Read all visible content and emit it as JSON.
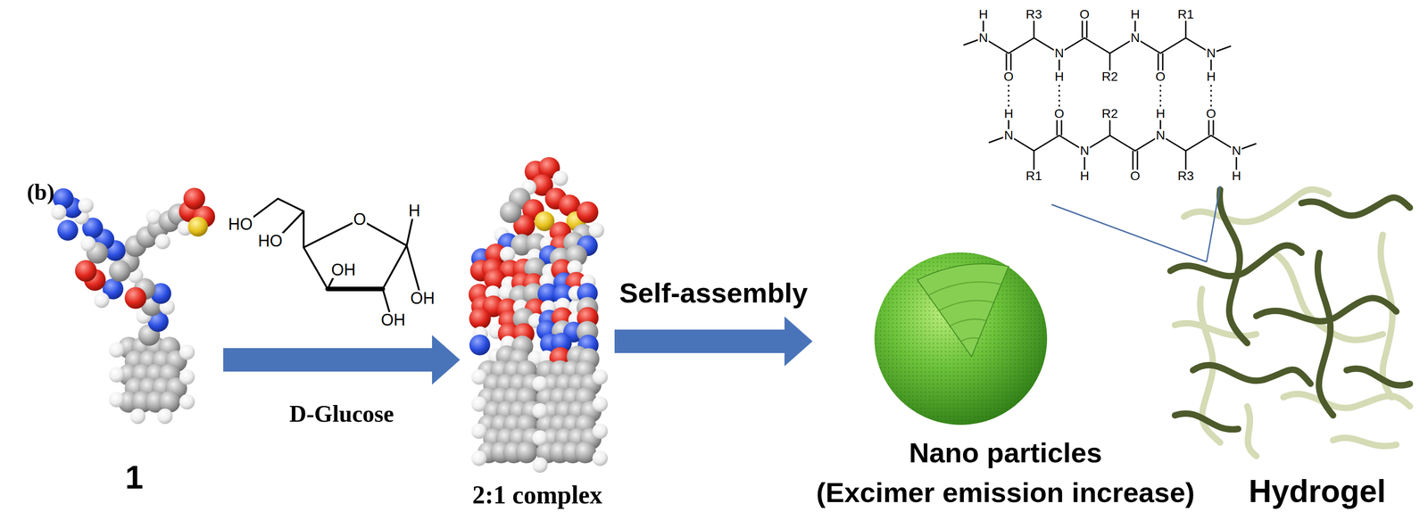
{
  "diagram": {
    "nodes": [
      {
        "text": [
          "1"
        ]
      },
      {
        "text": [
          "2:1 complex"
        ]
      },
      {
        "text": [
          "Nano particles",
          "(Excimer emission increase)"
        ]
      },
      {
        "text": [
          "Hydrogel"
        ]
      }
    ],
    "edges": [
      {
        "from": 0,
        "to": 1,
        "arrow": "to",
        "label": "D-Glucose"
      },
      {
        "from": 1,
        "to": 2,
        "arrow": "to",
        "label": "Self-assembly"
      }
    ],
    "labels": [
      "(b)",
      "HO",
      "HO",
      "O",
      "H",
      "OH",
      "OH",
      "OH",
      "H",
      "R3",
      "O",
      "H",
      "R1",
      "N",
      "N",
      "N",
      "N",
      "O",
      "H",
      "R2",
      "O",
      "H",
      "H",
      "O",
      "R2",
      "H",
      "O",
      "N",
      "N",
      "N",
      "N",
      "R1",
      "H",
      "O",
      "R3",
      "H"
    ]
  }
}
